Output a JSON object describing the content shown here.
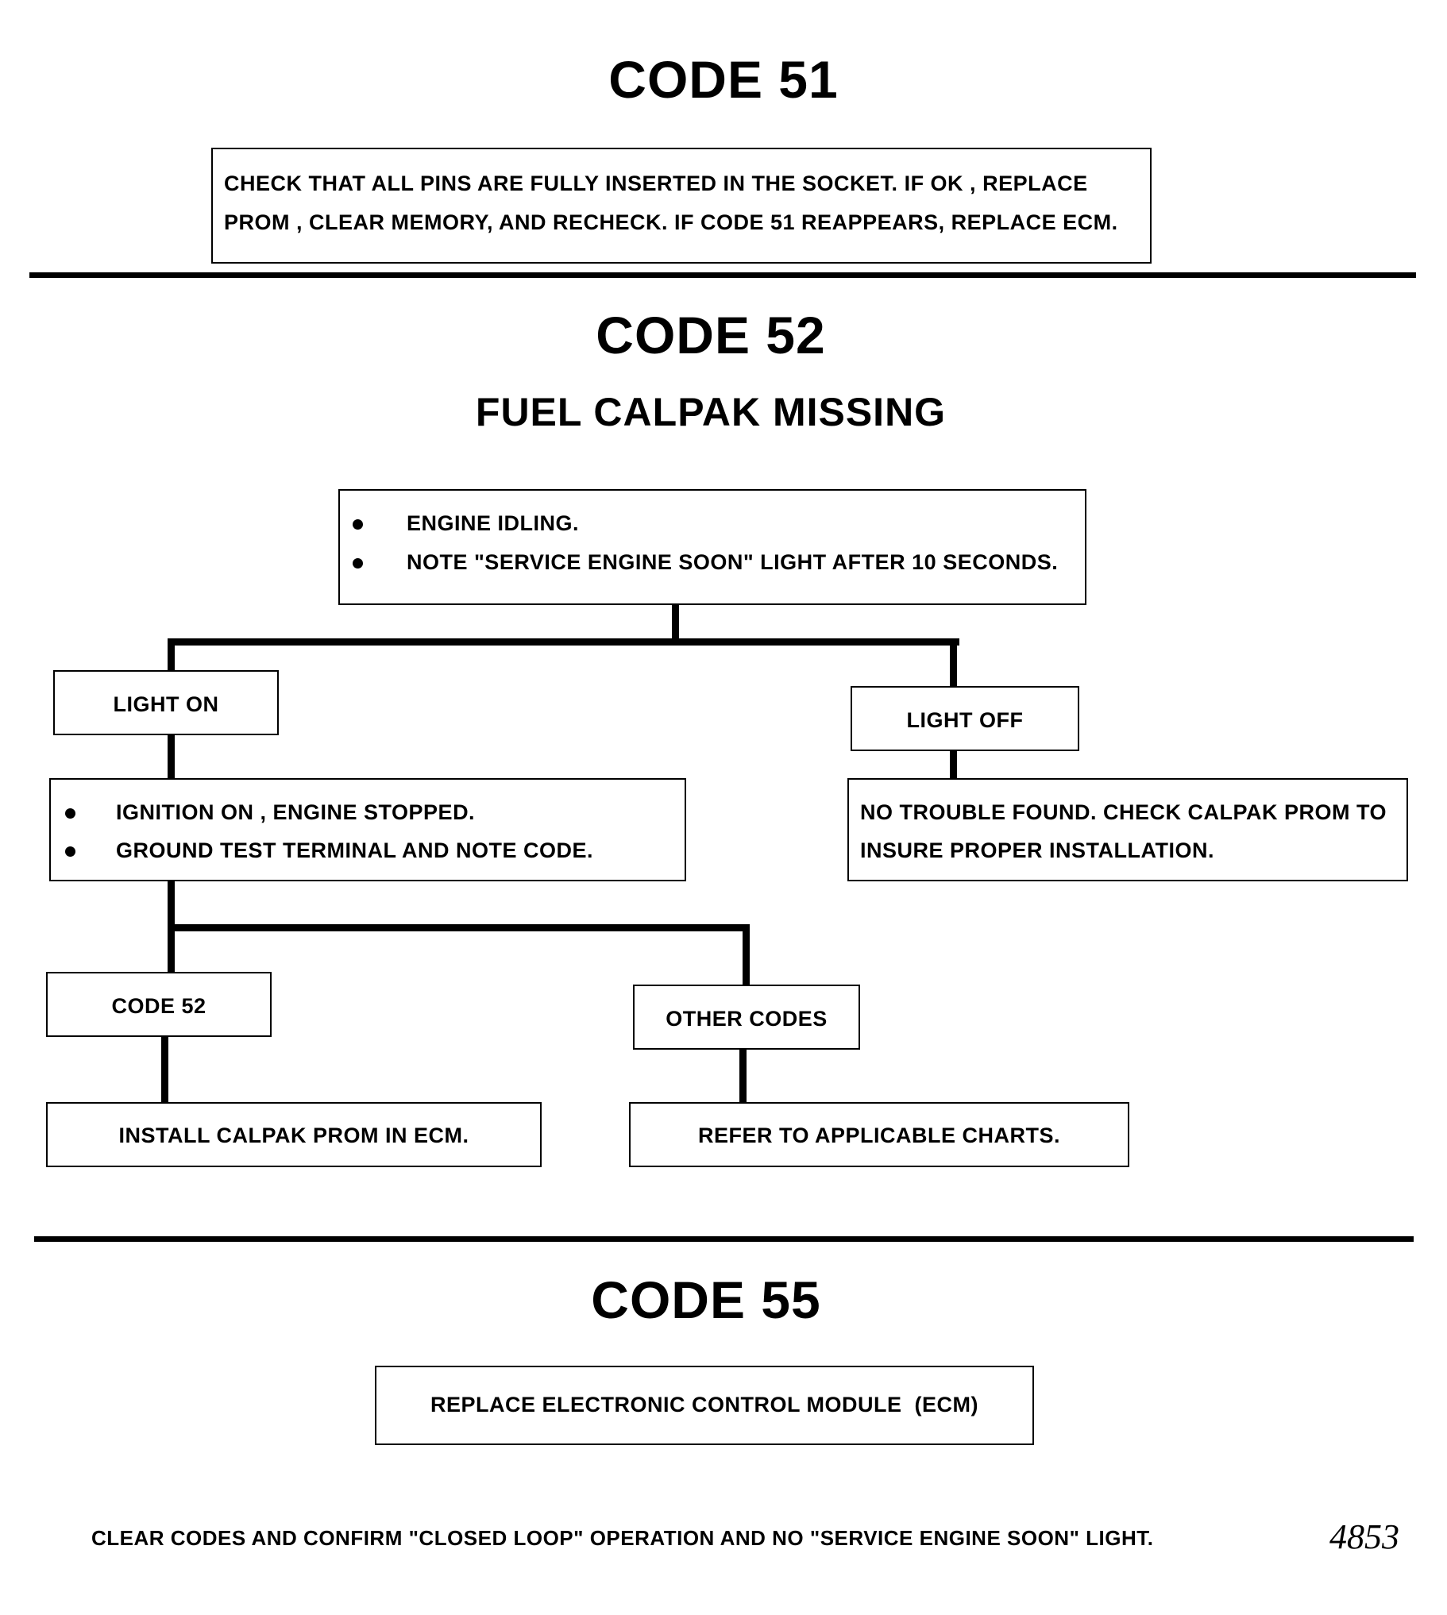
{
  "code51": {
    "title": "CODE 51",
    "text_line1": "CHECK THAT ALL PINS ARE FULLY INSERTED IN THE SOCKET. IF OK , REPLACE",
    "text_line2": "PROM , CLEAR MEMORY, AND RECHECK. IF CODE 51 REAPPEARS, REPLACE ECM."
  },
  "code52": {
    "title": "CODE 52",
    "subtitle": "FUEL CALPAK MISSING",
    "start_items": [
      "ENGINE IDLING.",
      "NOTE  \"SERVICE ENGINE SOON\" LIGHT AFTER 10 SECONDS."
    ],
    "light_on": "LIGHT ON",
    "light_off": "LIGHT OFF",
    "ignition_items": [
      "IGNITION ON , ENGINE STOPPED.",
      "GROUND TEST TERMINAL AND NOTE CODE."
    ],
    "no_trouble_line1": "NO TROUBLE FOUND. CHECK CALPAK PROM TO",
    "no_trouble_line2": "INSURE PROPER INSTALLATION.",
    "code52_branch": "CODE 52",
    "other_codes": "OTHER CODES",
    "install": "INSTALL CALPAK PROM IN ECM.",
    "refer": "REFER TO APPLICABLE CHARTS."
  },
  "code55": {
    "title": "CODE 55",
    "text": "REPLACE ELECTRONIC CONTROL MODULE  (ECM)"
  },
  "footer": {
    "note": "CLEAR CODES AND CONFIRM \"CLOSED LOOP\" OPERATION AND NO \"SERVICE ENGINE SOON\" LIGHT.",
    "page_number": "4853"
  }
}
